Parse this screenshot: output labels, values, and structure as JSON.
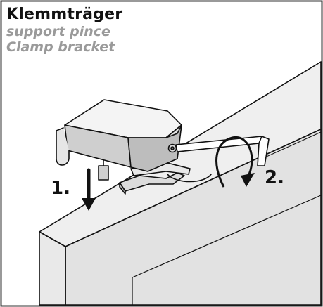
{
  "title": {
    "de": "Klemmträger",
    "fr": "support pince",
    "en": "Clamp bracket"
  },
  "steps": {
    "step1": "1.",
    "step2": "2."
  },
  "colors": {
    "frame": "#333333",
    "wall_face": "#e6e6e6",
    "wall_top": "#f2f2f2",
    "wall_side": "#dcdcdc",
    "subtitle": "#9a9a9a",
    "stroke": "#111111"
  },
  "icons": [
    "down-arrow",
    "rotation-arrow",
    "hex-key"
  ]
}
